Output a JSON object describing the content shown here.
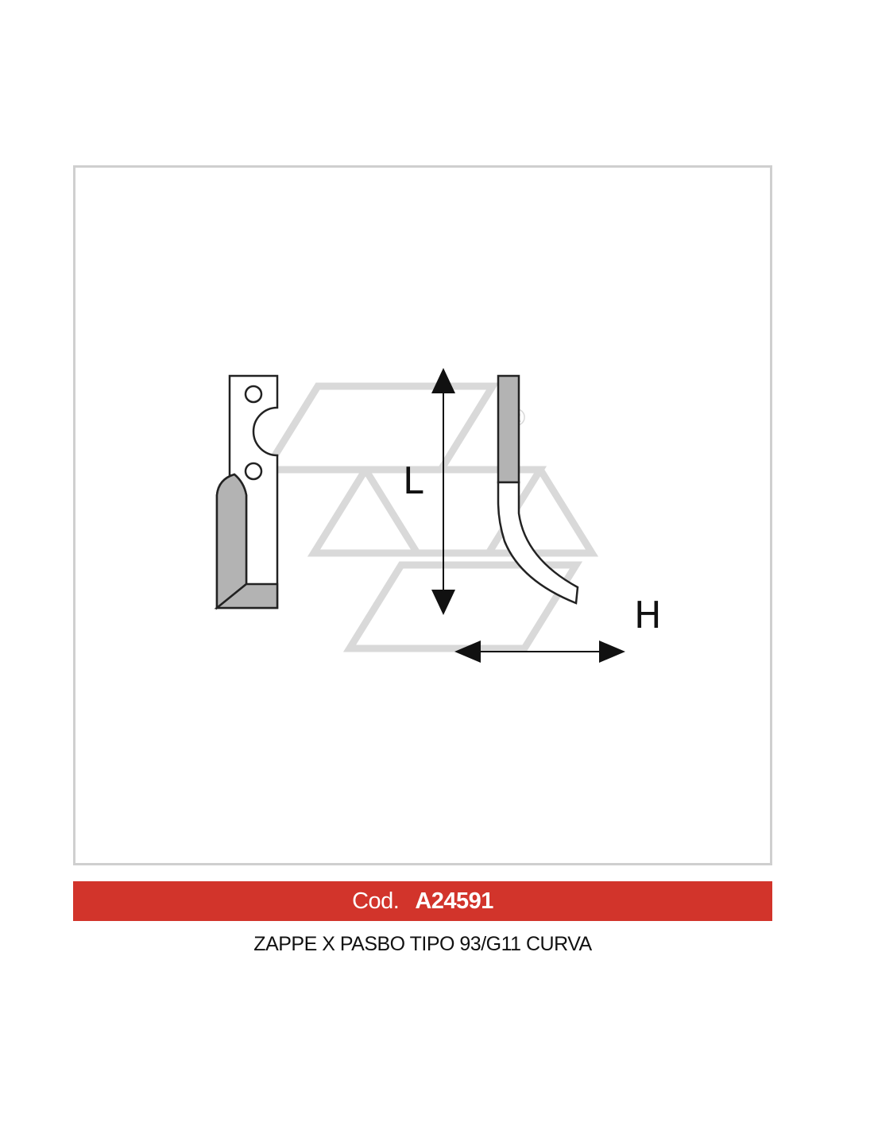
{
  "product": {
    "code_prefix": "Cod.",
    "code": "A24591",
    "description": "ZAPPE X PASBO TIPO 93/G11 CURVA"
  },
  "drawing": {
    "dimension_length_label": "L",
    "dimension_height_label": "H",
    "registered_mark": "®"
  },
  "colors": {
    "accent": "#d2342b",
    "frame_border": "#cfcfcf",
    "watermark": "#d9d9d9",
    "blade_fill": "#b3b3b3"
  }
}
